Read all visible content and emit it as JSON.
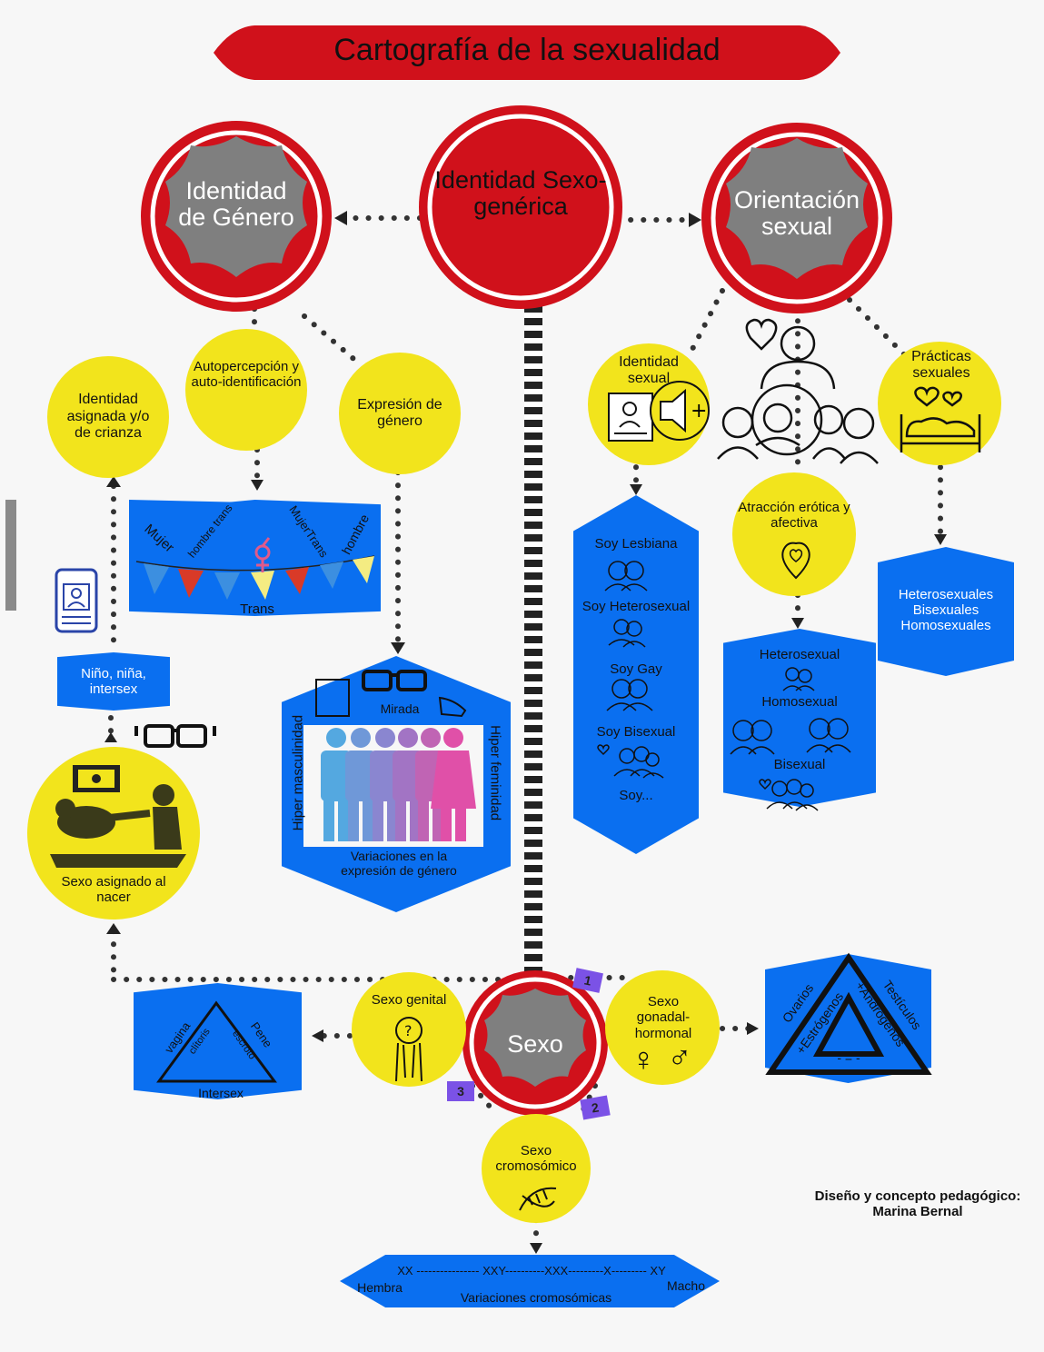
{
  "title": "Cartografía de la sexualidad",
  "colors": {
    "red": "#d0111b",
    "yellow": "#f2e41c",
    "blue": "#0a6ff0",
    "gray": "#7f7f7f",
    "purple": "#7b52e6"
  },
  "nodes": {
    "center": "Identidad Sexo-genérica",
    "gender_identity": "Identidad de Género",
    "orientation": "Orientación sexual",
    "sex": "Sexo"
  },
  "left_branch": {
    "assigned_identity": "Identidad asignada y/o de crianza",
    "self_perception": "Autopercepción y auto-identificación",
    "expression": "Expresión de género",
    "trans_banner": {
      "labels": [
        "Mujer",
        "hombre trans",
        "MujerTrans",
        "hombre"
      ],
      "bottom": "Trans"
    },
    "child_box": "Niño, niña, intersex",
    "assigned_sex": "Sexo asignado al nacer",
    "expression_box": {
      "top": "Mirada",
      "left": "Hiper masculinidad",
      "right": "Hiper feminidad",
      "bottom": "Variaciones en la expresión de género"
    }
  },
  "right_branch": {
    "sexual_identity": "Identidad sexual",
    "practices": "Prácticas sexuales",
    "attraction": "Atracción erótica y afectiva",
    "identity_list": [
      "Soy Lesbiana",
      "Soy Heterosexual",
      "Soy Gay",
      "Soy Bisexual",
      "Soy..."
    ],
    "attraction_list": [
      "Heterosexual",
      "Homosexual",
      "Bisexual"
    ],
    "practices_list": [
      "Heterosexuales",
      "Bisexuales",
      "Homosexuales"
    ]
  },
  "bottom": {
    "genital": "Sexo genital",
    "gonadal": "Sexo gonadal-hormonal",
    "chromosomal": "Sexo cromosómico",
    "genital_triangle": {
      "left": "vagina",
      "left_inner": "clítoris",
      "right": "Pene",
      "right_inner": "escroto",
      "base": "Intersex"
    },
    "gonadal_triangle": {
      "left": "Ovarios",
      "left_inner": "+Estrógenos",
      "right": "Testículos",
      "right_inner": "+Andrógenos",
      "base": "- = -"
    },
    "badges": [
      "1",
      "2",
      "3"
    ],
    "chromosome_bar": {
      "line": "XX ---------------- XXY----------XXX---------X--------- XY",
      "left": "Hembra",
      "right": "Macho",
      "caption": "Variaciones cromosómicas"
    }
  },
  "credit": "Diseño y concepto pedagógico: Marina Bernal",
  "icons": [
    "dna-icon",
    "venus-icon",
    "mars-icon",
    "heart-icon",
    "glasses-icon",
    "id-card-icon",
    "megaphone-icon",
    "people-icon",
    "bed-icon",
    "ultrasound-icon"
  ]
}
